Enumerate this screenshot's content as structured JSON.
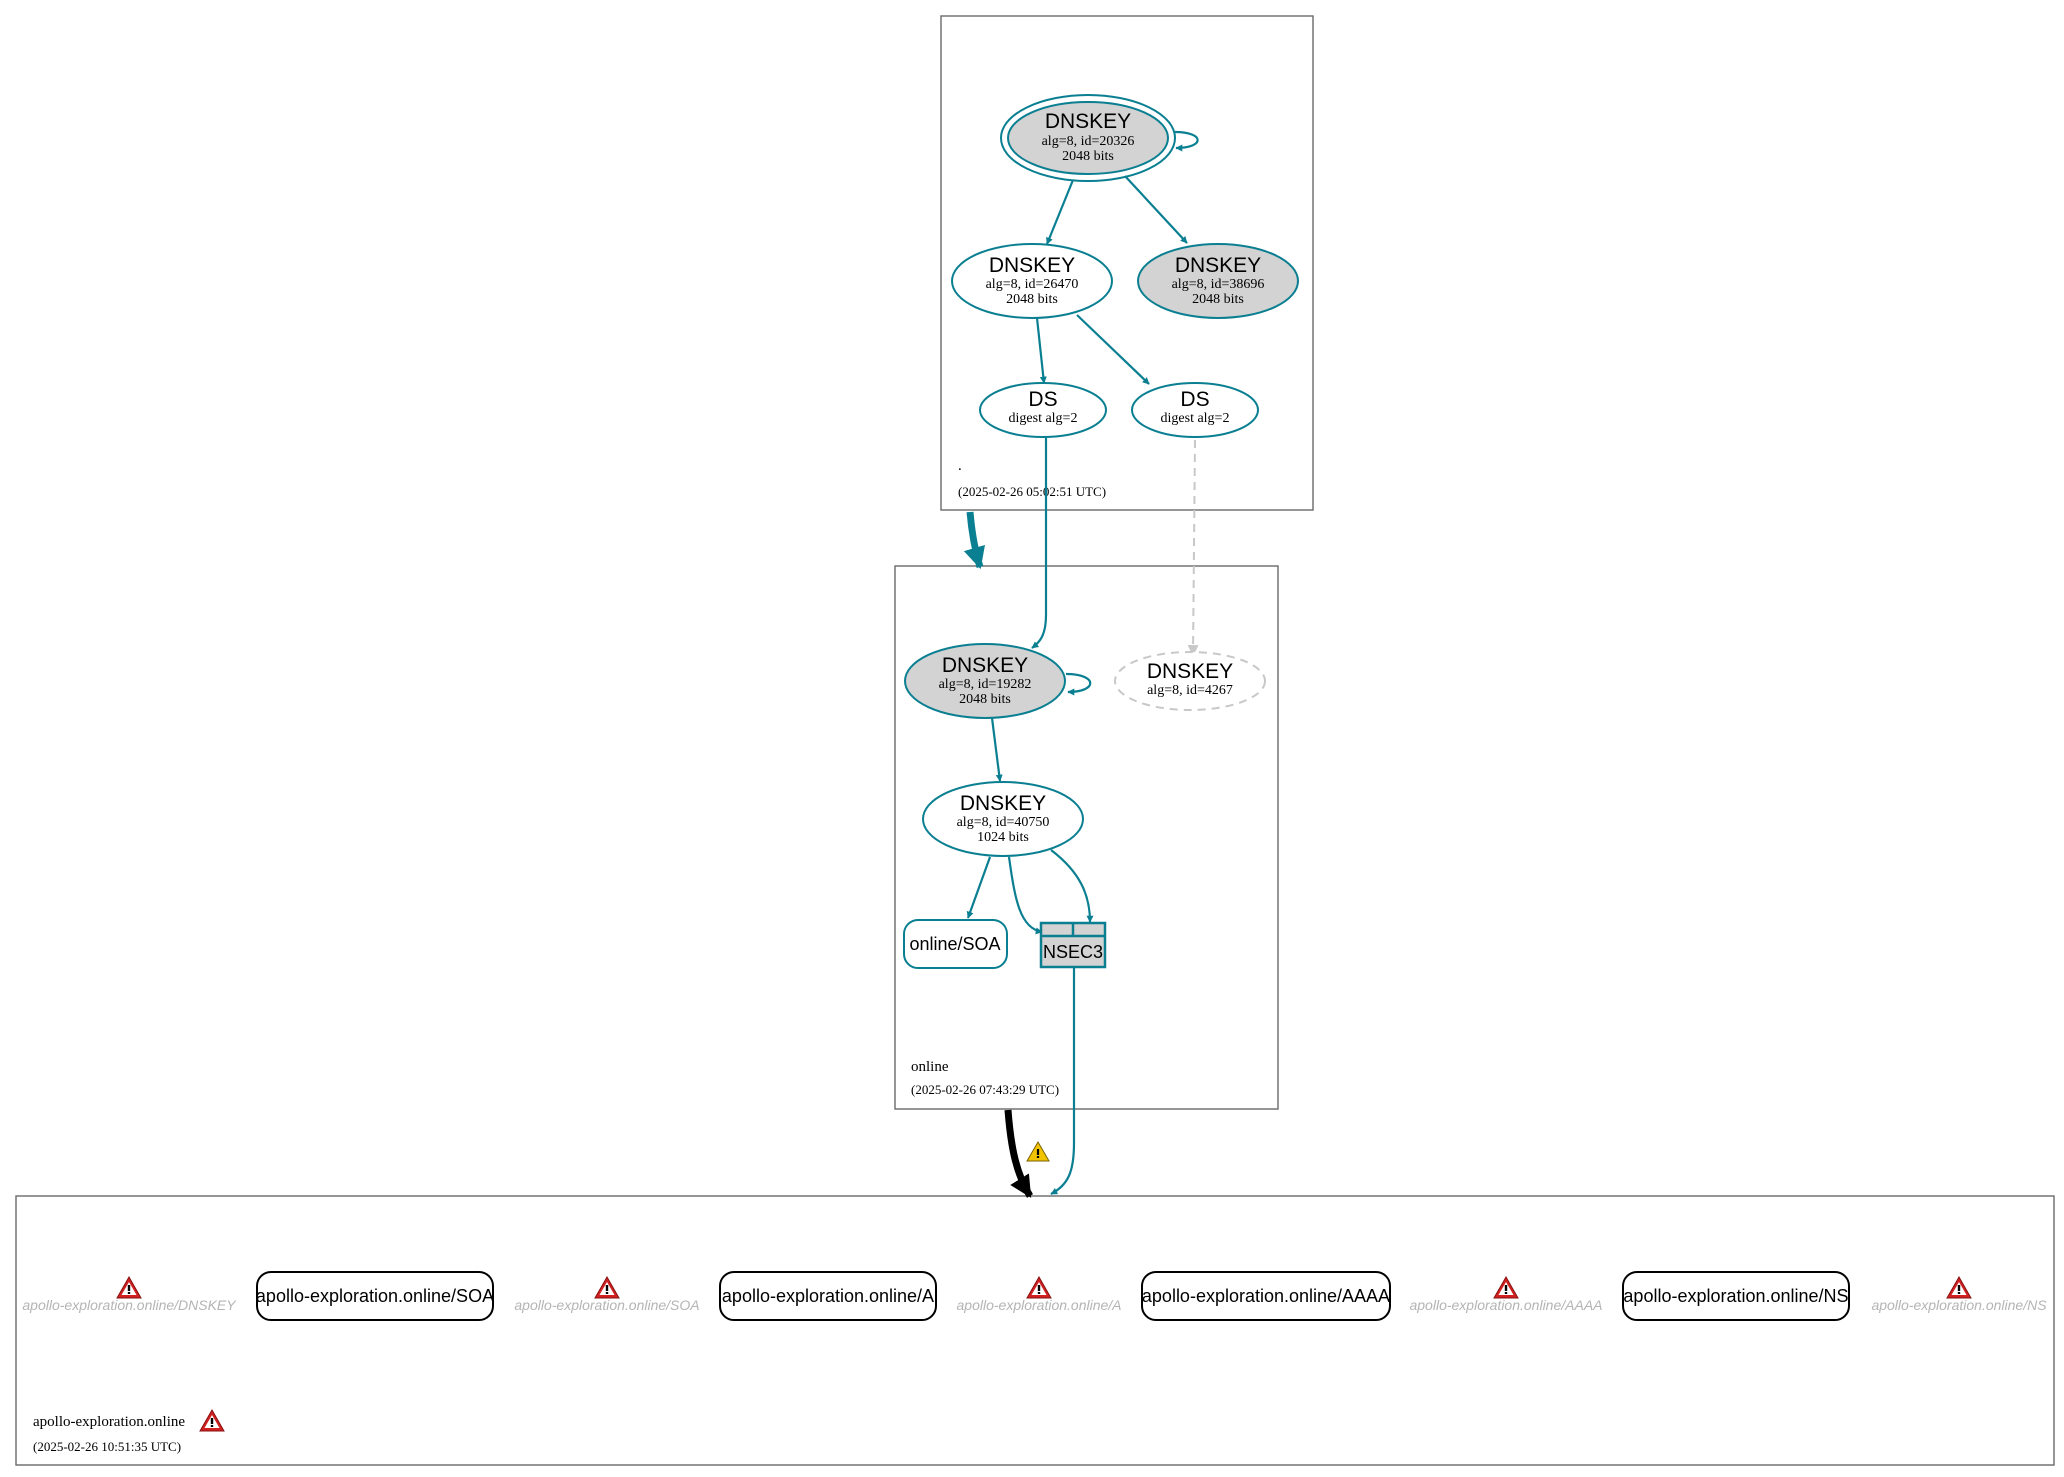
{
  "colors": {
    "edge": "#0a7f91",
    "node_fill_secure": "#d3d3d3",
    "dashed_gray": "#c8c8c8",
    "ghost_text": "#b4b4b4",
    "warning_red": "#d02020",
    "warning_yellow": "#f2c400"
  },
  "zones": {
    "root": {
      "label": ".",
      "timestamp": "(2025-02-26 05:02:51 UTC)",
      "nodes": [
        {
          "type": "DNSKEY",
          "detail": "alg=8, id=20326",
          "bits": "2048 bits"
        },
        {
          "type": "DNSKEY",
          "detail": "alg=8, id=26470",
          "bits": "2048 bits"
        },
        {
          "type": "DNSKEY",
          "detail": "alg=8, id=38696",
          "bits": "2048 bits"
        },
        {
          "type": "DS",
          "detail": "digest alg=2"
        },
        {
          "type": "DS",
          "detail": "digest alg=2"
        }
      ]
    },
    "online": {
      "label": "online",
      "timestamp": "(2025-02-26 07:43:29 UTC)",
      "nodes": [
        {
          "type": "DNSKEY",
          "detail": "alg=8, id=19282",
          "bits": "2048 bits"
        },
        {
          "type": "DNSKEY",
          "detail": "alg=8, id=4267"
        },
        {
          "type": "DNSKEY",
          "detail": "alg=8, id=40750",
          "bits": "1024 bits"
        },
        {
          "type": "online/SOA"
        },
        {
          "type": "NSEC3"
        }
      ]
    },
    "apollo": {
      "label": "apollo-exploration.online",
      "timestamp": "(2025-02-26 10:51:35 UTC)",
      "rrsets": [
        "apollo-exploration.online/SOA",
        "apollo-exploration.online/A",
        "apollo-exploration.online/AAAA",
        "apollo-exploration.online/NS"
      ],
      "ghost_labels": [
        "apollo-exploration.online/DNSKEY",
        "apollo-exploration.online/SOA",
        "apollo-exploration.online/A",
        "apollo-exploration.online/AAAA",
        "apollo-exploration.online/NS"
      ]
    }
  }
}
